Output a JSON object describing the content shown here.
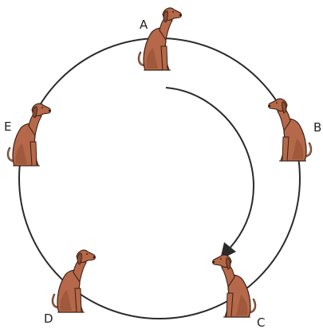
{
  "colors": {
    "background": "#ffffff",
    "circle": "#2a2a2a",
    "arrow": "#2a2a2a",
    "dog_fill": "#b5694a",
    "dog_shadow": "#8e4c33",
    "dog_outline": "#3a2014"
  },
  "dogs": [
    {
      "label": "A",
      "icon": "sitting-dog-icon",
      "facing": "right"
    },
    {
      "label": "B",
      "icon": "sitting-dog-icon",
      "facing": "left"
    },
    {
      "label": "C",
      "icon": "sitting-dog-icon",
      "facing": "left"
    },
    {
      "label": "D",
      "icon": "sitting-dog-icon",
      "facing": "right"
    },
    {
      "label": "E",
      "icon": "sitting-dog-icon",
      "facing": "right"
    }
  ],
  "arrow": {
    "direction": "clockwise",
    "from": "A",
    "to": "C"
  }
}
